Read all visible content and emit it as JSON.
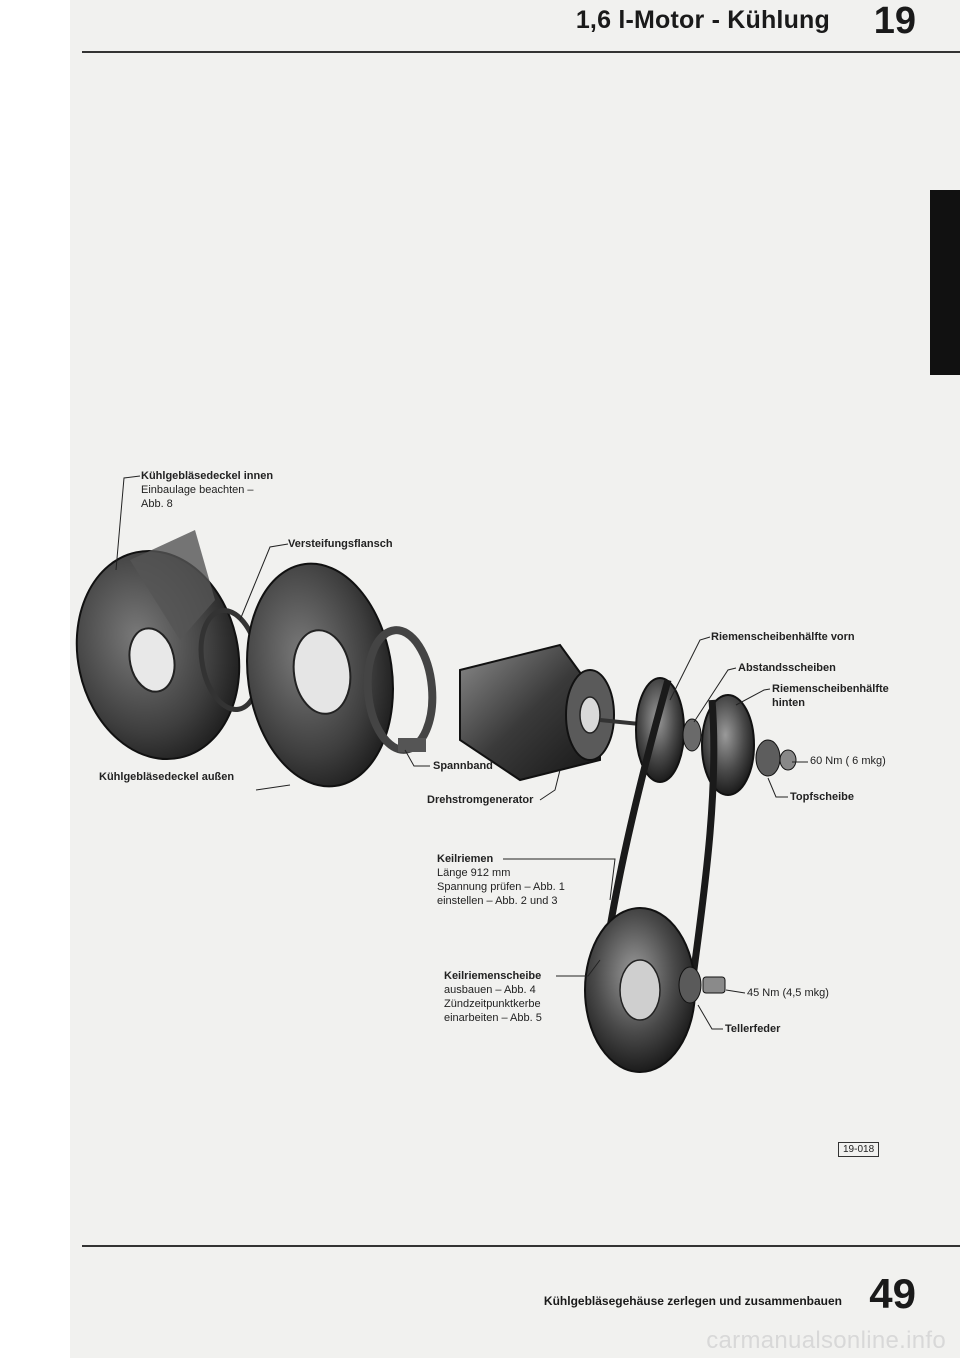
{
  "header": {
    "title": "1,6 l-Motor - Kühlung",
    "section": "19"
  },
  "labels": {
    "cover_inner": {
      "title": "Kühlgebläsedeckel innen",
      "line1": "Einbaulage beachten –",
      "line2": "Abb. 8"
    },
    "flange": "Versteifungsflansch",
    "cover_outer": "Kühlgebläsedeckel außen",
    "strap": "Spannband",
    "alternator": "Drehstromgenerator",
    "pulley_front": "Riemenscheibenhälfte vorn",
    "spacers": "Abstandsscheiben",
    "pulley_rear": {
      "line1": "Riemenscheibenhälfte",
      "line2": "hinten"
    },
    "torque_upper": "60 Nm ( 6 mkg)",
    "cup_washer": "Topfscheibe",
    "belt": {
      "title": "Keilriemen",
      "line1": "Länge 912 mm",
      "line2": "Spannung prüfen – Abb. 1",
      "line3": "einstellen – Abb. 2 und 3"
    },
    "crank_pulley": {
      "title": "Keilriemenscheibe",
      "line1": "ausbauen – Abb. 4",
      "line2": "Zündzeitpunktkerbe",
      "line3": "einarbeiten – Abb. 5"
    },
    "torque_lower": "45 Nm (4,5 mkg)",
    "spring_washer": "Tellerfeder"
  },
  "figure_ref": "19-018",
  "footer": {
    "text": "Kühlgebläsegehäuse zerlegen und zusammenbauen",
    "page": "49"
  },
  "watermark": "carmanualsonline.info"
}
